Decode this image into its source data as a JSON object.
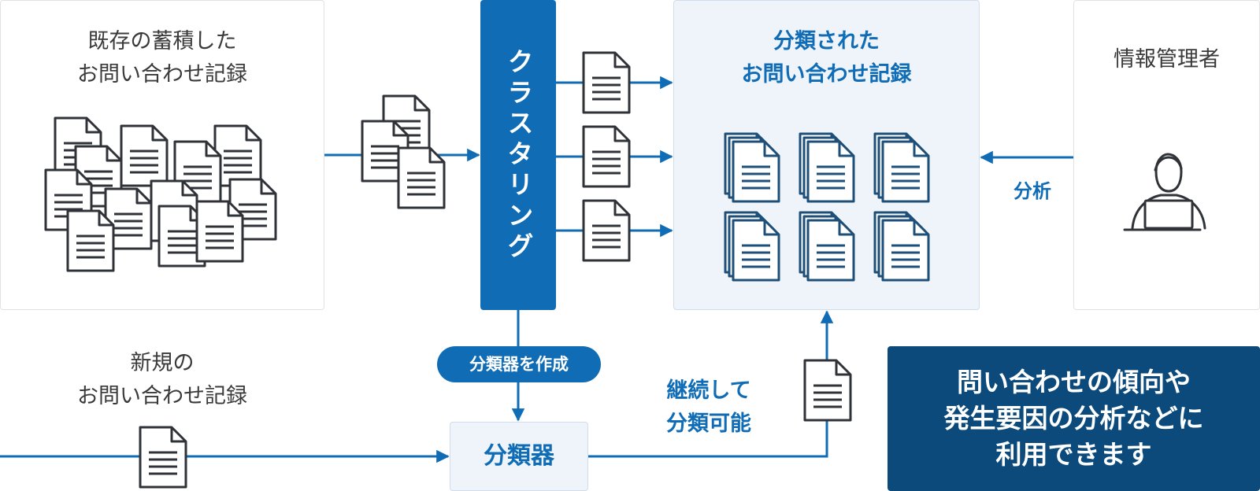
{
  "existing_records": {
    "line1": "既存の蓄積した",
    "line2": "お問い合わせ記録"
  },
  "new_records": {
    "line1": "新規の",
    "line2": "お問い合わせ記録"
  },
  "clustering_label": "クラスタリング",
  "create_classifier_label": "分類器を作成",
  "classifier_label": "分類器",
  "continuous_label": {
    "line1": "継続して",
    "line2": "分類可能"
  },
  "classified_records": {
    "line1": "分類された",
    "line2": "お問い合わせ記録"
  },
  "info_manager_label": "情報管理者",
  "analysis_label": "分析",
  "conclusion": {
    "line1": "問い合わせの傾向や",
    "line2": "発生要因の分析などに",
    "line3": "利用できます"
  },
  "colors": {
    "primary_blue": "#0f6cb5",
    "dark_navy": "#0c4a7c",
    "light_panel": "#eef4fa",
    "doc_stroke": "#2f3338"
  }
}
